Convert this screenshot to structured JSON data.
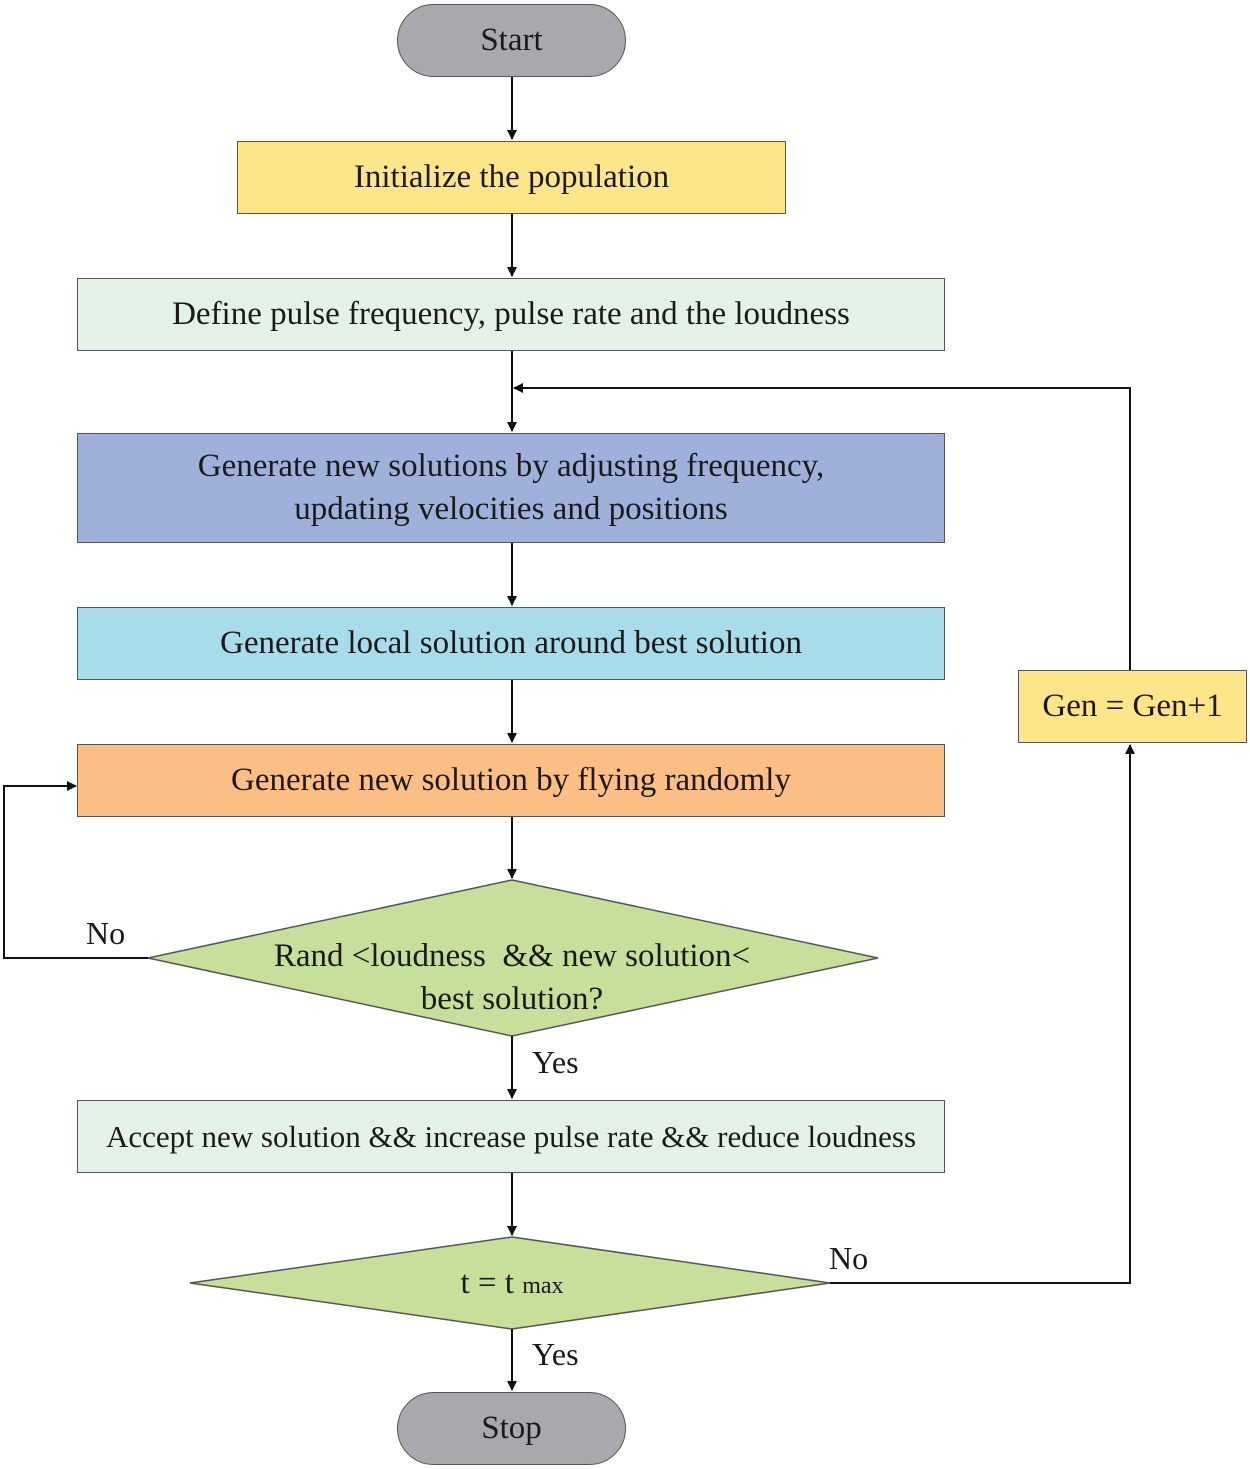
{
  "colors": {
    "terminal": "#a7a9ac",
    "init": "#fde58a",
    "define": "#e3f1e6",
    "generate_new": "#9fb1db",
    "local": "#a9dcea",
    "fly": "#fbbf86",
    "decision": "#c6df9b",
    "accept": "#e3f1e6",
    "gen": "#fde58a"
  },
  "nodes": {
    "start": "Start",
    "init": "Initialize the population",
    "define": "Define pulse frequency, pulse rate and the loudness",
    "generate_line1": "Generate new solutions by adjusting frequency,",
    "generate_line2": "updating velocities and positions",
    "local": "Generate local solution around best solution",
    "fly": "Generate new solution by flying randomly",
    "decision1_line1": "Rand <loudness  && new solution<",
    "decision1_line2": "best solution?",
    "accept": "Accept new solution && increase pulse rate && reduce loudness",
    "decision2_main": "t = t",
    "decision2_sub": "max",
    "gen": "Gen = Gen+1",
    "stop": "Stop"
  },
  "edge_labels": {
    "d1_no": "No",
    "d1_yes": "Yes",
    "d2_no": "No",
    "d2_yes": "Yes"
  }
}
